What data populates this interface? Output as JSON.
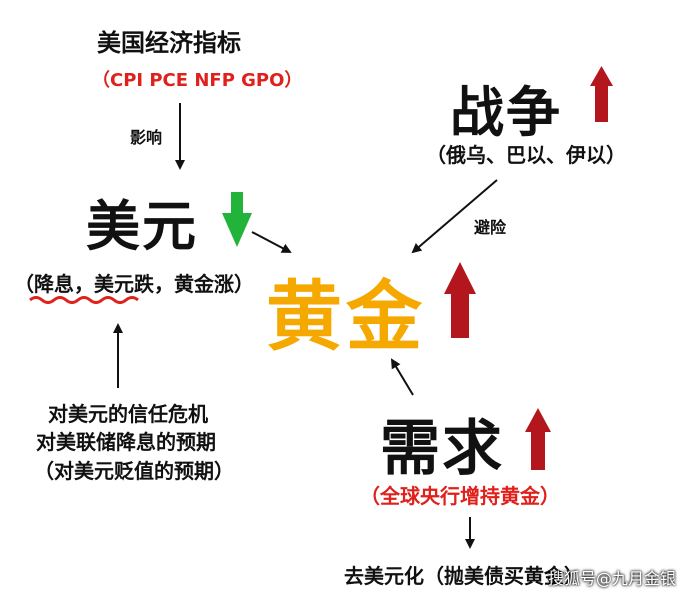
{
  "nodes": {
    "us_indicators": {
      "title": "美国经济指标",
      "subtitle": "（CPI PCE NFP GPO）"
    },
    "usd": {
      "title": "美元",
      "subtitle": "（降息，美元跌，黄金涨）",
      "trend": "down"
    },
    "war": {
      "title": "战争",
      "subtitle": "（俄乌、巴以、伊以）",
      "trend": "up"
    },
    "gold": {
      "title": "黄金",
      "trend": "up"
    },
    "demand": {
      "title": "需求",
      "subtitle": "（全球央行增持黄金）",
      "trend": "up"
    },
    "trust": {
      "lines": [
        "对美元的信任危机",
        "对美联储降息的预期",
        "（对美元贬值的预期）"
      ]
    },
    "de_dollar": {
      "title": "去美元化（抛美债买黄金）"
    }
  },
  "edge_labels": {
    "influence": "影响",
    "safe_haven": "避险"
  },
  "watermark": "搜狐号@九月金银",
  "colors": {
    "gold_text": "#f5a800",
    "red_text": "#e0201b",
    "up_arrow": "#b3161c",
    "down_arrow": "#22b33a",
    "squiggle": "#e0201b",
    "text": "#111111"
  }
}
